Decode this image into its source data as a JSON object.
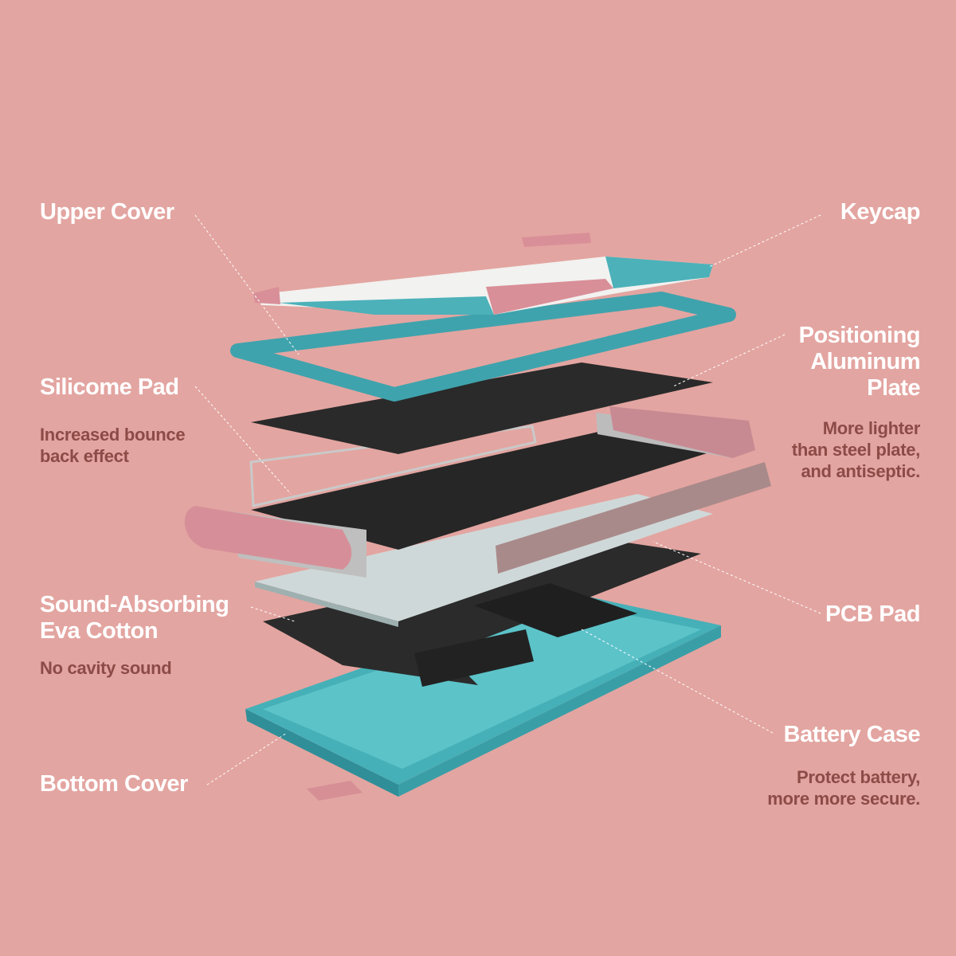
{
  "labels": {
    "upper_cover": "Upper Cover",
    "keycap": "Keycap",
    "silicone_pad": "Silicome Pad",
    "silicone_pad_desc": [
      "Increased bounce",
      "back effect"
    ],
    "positioning_plate": [
      "Positioning",
      "Aluminum",
      "Plate"
    ],
    "positioning_plate_desc": [
      "More lighter",
      "than steel plate,",
      "and antiseptic."
    ],
    "sound_absorbing": [
      "Sound-Absorbing",
      "Eva Cotton"
    ],
    "sound_absorbing_desc": "No cavity sound",
    "pcb_pad": "PCB Pad",
    "battery_case": "Battery Case",
    "battery_case_desc": [
      "Protect battery,",
      "more more secure."
    ],
    "bottom_cover": "Bottom Cover"
  },
  "colors": {
    "background": "#e3a5a1",
    "label": "#ffffff",
    "description": "#8c4b47",
    "teal": "#3fa3ad",
    "pink": "#d9949a",
    "black": "#2a2a2a"
  }
}
